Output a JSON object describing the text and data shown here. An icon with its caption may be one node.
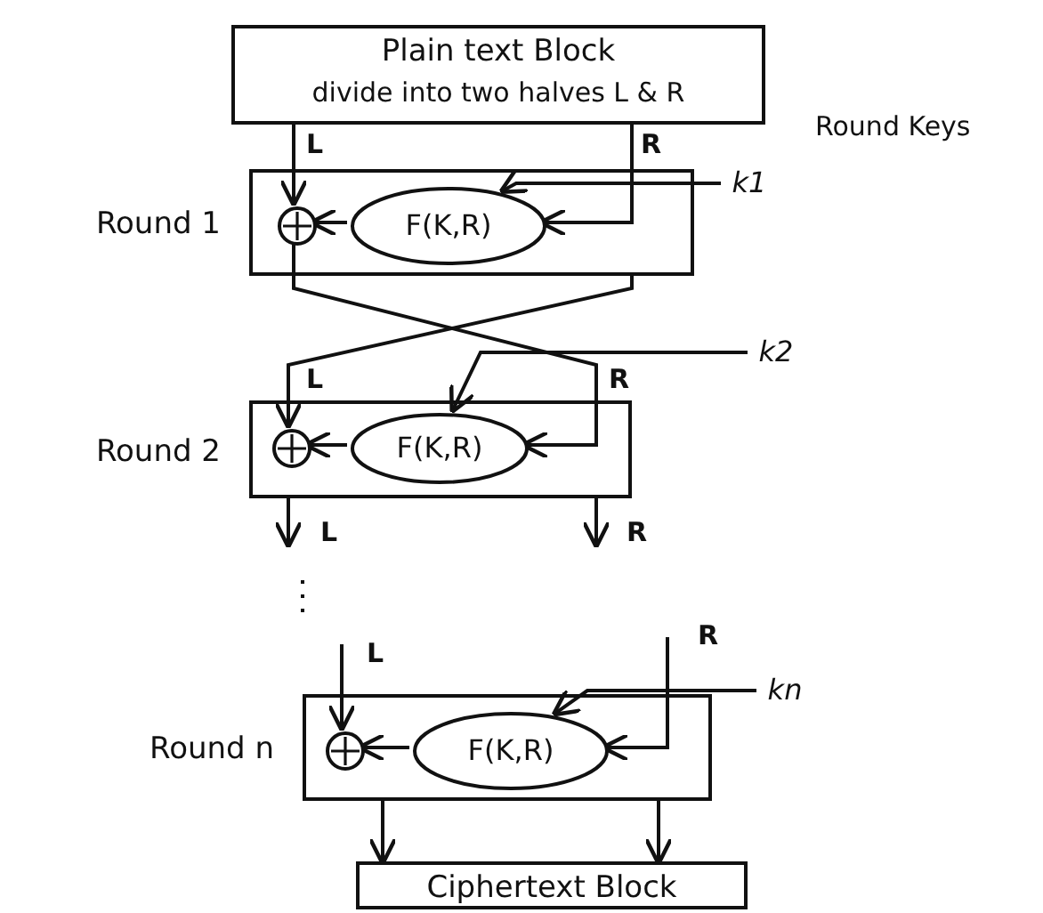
{
  "diagram": {
    "nodes": [
      {
        "text": [
          "Plain text Block",
          "divide into two halves L & R"
        ]
      },
      {
        "text": [
          "Round 1"
        ]
      },
      {
        "text": [],
        "shape": "circle",
        "in": 1
      },
      {
        "text": [
          "F(K,R)"
        ],
        "in": 1
      },
      {
        "text": [
          "Round 2"
        ]
      },
      {
        "text": [],
        "shape": "circle",
        "in": 4
      },
      {
        "text": [
          "F(K,R)"
        ],
        "in": 4
      },
      {
        "text": [
          "Round n"
        ]
      },
      {
        "text": [],
        "shape": "circle",
        "in": 7
      },
      {
        "text": [
          "F(K,R)"
        ],
        "in": 7
      },
      {
        "text": [
          "Ciphertext Block"
        ]
      },
      {
        "text": [
          "k1"
        ]
      },
      {
        "text": [
          "k2"
        ]
      },
      {
        "text": [
          "kn"
        ]
      }
    ],
    "edges": [
      {
        "from": 0,
        "to": 2,
        "arrow": "to"
      },
      {
        "from": 0,
        "to": 3,
        "arrow": "to"
      },
      {
        "from": 11,
        "to": 3,
        "arrow": "to"
      },
      {
        "from": 3,
        "to": 2,
        "arrow": "to"
      },
      {
        "from": 2,
        "to": 6,
        "arrow": "to"
      },
      {
        "from": 1,
        "to": 5,
        "arrow": "to"
      },
      {
        "from": 12,
        "to": 6,
        "arrow": "to"
      },
      {
        "from": 6,
        "to": 5,
        "arrow": "to"
      },
      {
        "from": 4,
        "to": null,
        "arrow": "to"
      },
      {
        "from": 4,
        "to": null,
        "arrow": "to"
      },
      {
        "from": null,
        "to": 8,
        "arrow": "to"
      },
      {
        "from": null,
        "to": 9,
        "arrow": "to"
      },
      {
        "from": 13,
        "to": 9,
        "arrow": "to"
      },
      {
        "from": 9,
        "to": 8,
        "arrow": "to"
      },
      {
        "from": 7,
        "to": 10,
        "arrow": "to"
      },
      {
        "from": 7,
        "to": 10,
        "arrow": "to"
      }
    ],
    "labels": [
      "L",
      "R",
      "Round Keys",
      "L",
      "R",
      "L",
      "R",
      "L",
      "R"
    ]
  }
}
